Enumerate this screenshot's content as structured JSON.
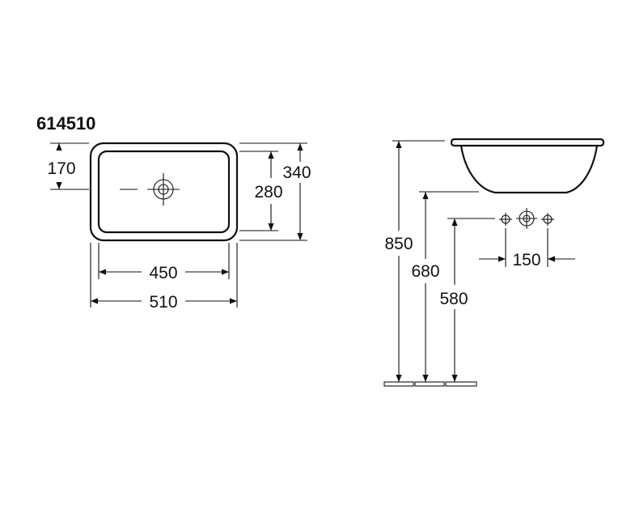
{
  "drawing": {
    "model_number": "614510",
    "plan_view": {
      "drain_offset": "170",
      "inner_depth": "280",
      "outer_depth": "340",
      "inner_width": "450",
      "outer_width": "510"
    },
    "side_view": {
      "rim_height": "850",
      "drain_height": "680",
      "supply_height": "580",
      "tap_spacing": "150"
    }
  },
  "colors": {
    "line": "#111111",
    "background": "#ffffff"
  }
}
